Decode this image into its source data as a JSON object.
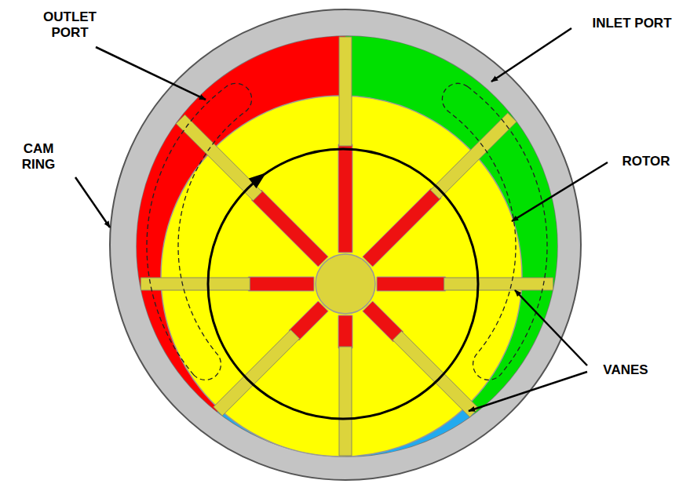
{
  "diagram": {
    "labels": [
      "OUTLET PORT",
      "INLET PORT",
      "CAM RING",
      "ROTOR",
      "VANES"
    ]
  }
}
